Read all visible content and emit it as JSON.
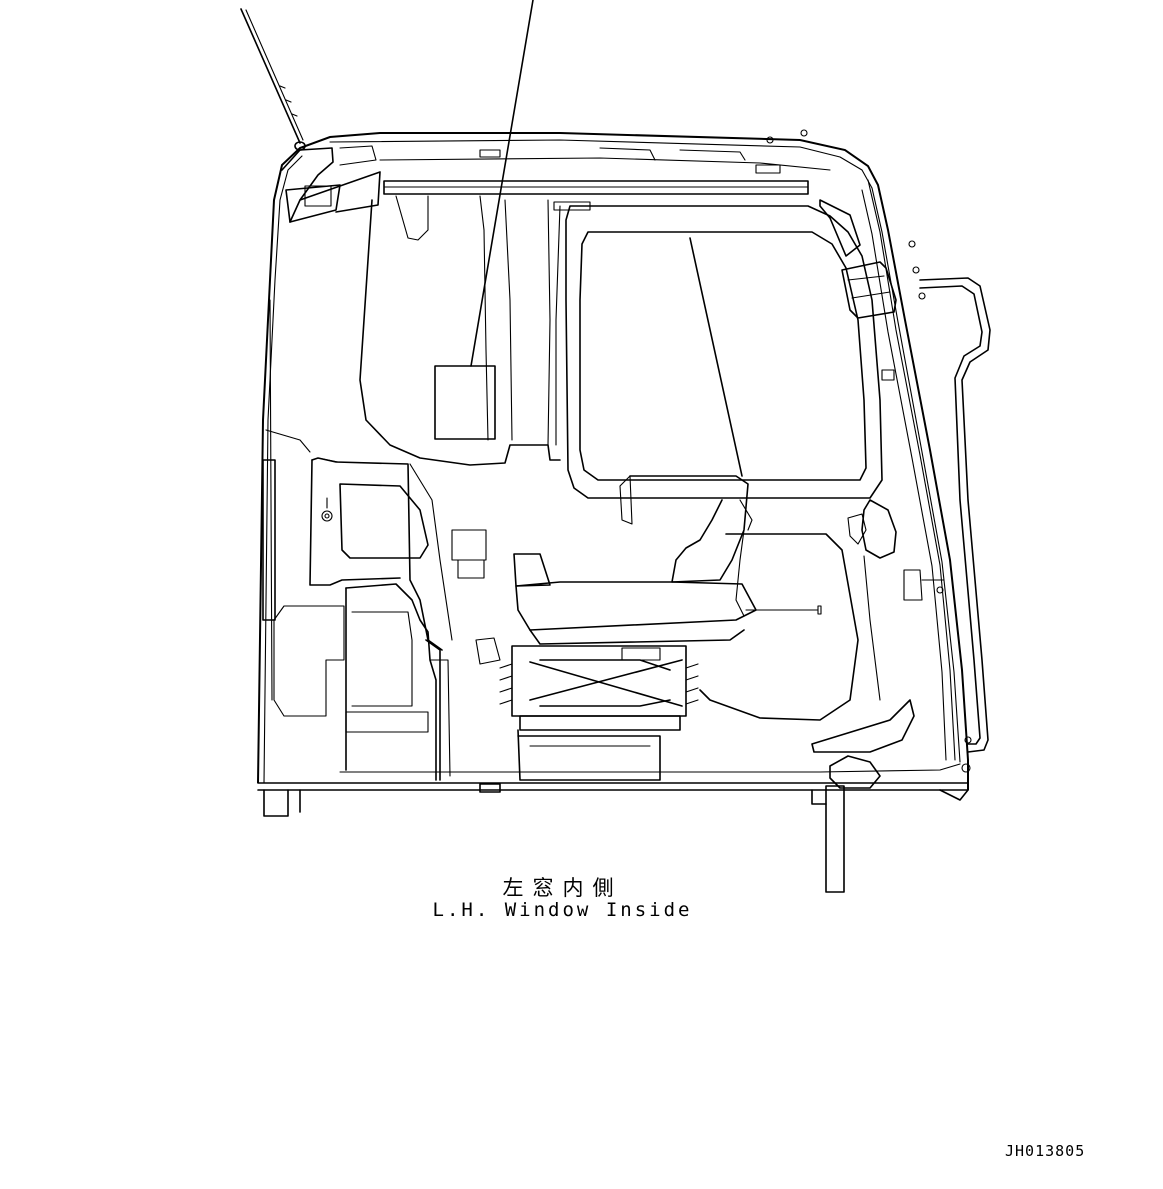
{
  "caption": {
    "jp": "左窓内側",
    "en": "L.H. Window Inside"
  },
  "drawing_number": "JH013805",
  "colors": {
    "line": "#000000",
    "background": "#ffffff"
  }
}
